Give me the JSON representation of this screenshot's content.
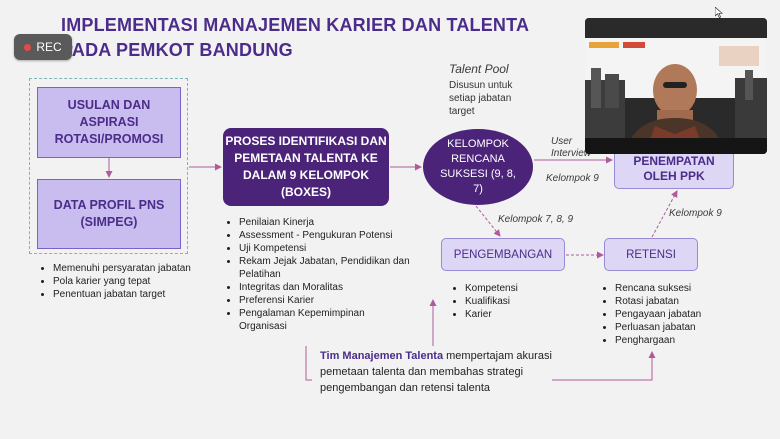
{
  "recording": {
    "label": "REC"
  },
  "slide": {
    "title_line1": "IMPLEMENTASI MANAJEMEN KARIER DAN TALENTA",
    "title_line2": "PADA PEMKOT BANDUNG",
    "usulan_box": "USULAN DAN ASPIRASI ROTASI/PROMOSI",
    "data_box": "DATA PROFIL PNS (SIMPEG)",
    "left_bullets": [
      "Memenuhi persyaratan jabatan",
      "Pola karier yang tepat",
      "Penentuan jabatan target"
    ],
    "process_box": "PROSES IDENTIFIKASI DAN PEMETAAN TALENTA KE DALAM 9 KELOMPOK (BOXES)",
    "process_bullets": [
      "Penilaian Kinerja",
      "Assessment - Pengukuran Potensi",
      "Uji Kompetensi",
      "Rekam Jejak Jabatan, Pendidikan dan Pelatihan",
      "Integritas dan Moralitas",
      "Preferensi Karier",
      "Pengalaman Kepemimpinan Organisasi"
    ],
    "talent_pool_title": "Talent Pool",
    "talent_pool_desc": "Disusun untuk setiap jabatan target",
    "ellipse_text": "KELOMPOK RENCANA SUKSESI (9, 8, 7)",
    "user_interview": "User Interview",
    "kelompok_9_top": "Kelompok 9",
    "kelompok_789": "Kelompok 7, 8, 9",
    "kelompok_9_right": "Kelompok 9",
    "penempatan_box": "PENEMPATAN OLEH PPK",
    "pengembangan_box": "PENGEMBANGAN",
    "retensi_box": "RETENSI",
    "pengembangan_bullets": [
      "Kompetensi",
      "Kualifikasi",
      "Karier"
    ],
    "retensi_bullets": [
      "Rencana suksesi",
      "Rotasi jabatan",
      "Pengayaan jabatan",
      "Perluasan jabatan",
      "Penghargaan"
    ],
    "note_bold": "Tim Manajemen Talenta",
    "note_rest": " mempertajam akurasi pemetaan talenta dan membahas strategi pengembangan dan retensi talenta"
  },
  "colors": {
    "accent": "#4b2479",
    "title": "#4b2c8a",
    "arrow": "#b05a9c",
    "light_box": "#c9bdf0"
  }
}
